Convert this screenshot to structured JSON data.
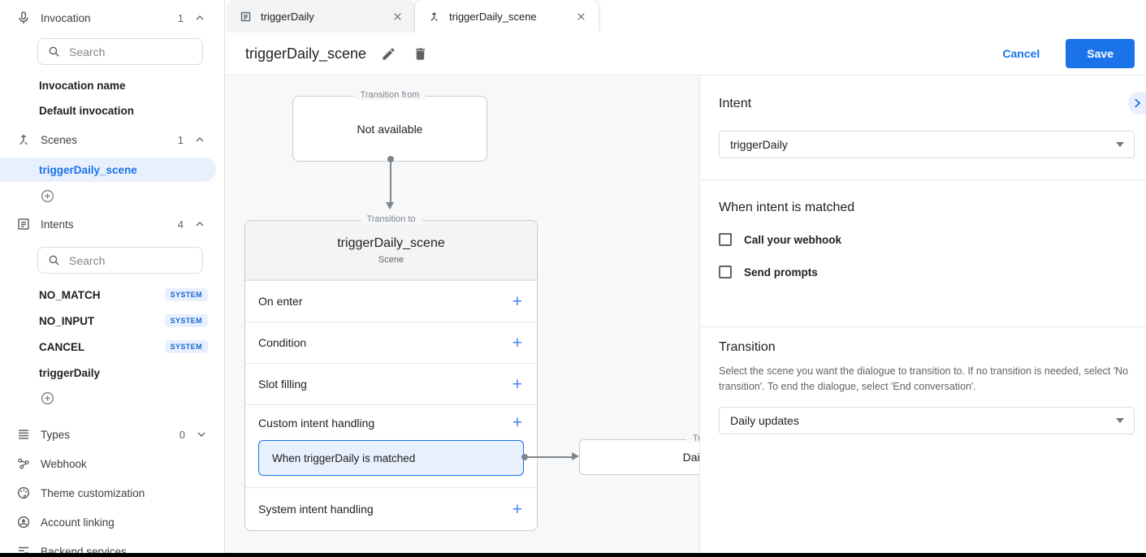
{
  "colors": {
    "accent": "#1a73e8",
    "selected_bg": "#e8f0fe",
    "badge_bg": "#e8f0fe",
    "badge_text": "#1967d2",
    "canvas_bg": "#f7f8f9"
  },
  "sidebar": {
    "invocation": {
      "label": "Invocation",
      "count": "1",
      "search_placeholder": "Search",
      "items": [
        {
          "label": "Invocation name"
        },
        {
          "label": "Default invocation"
        }
      ]
    },
    "scenes": {
      "label": "Scenes",
      "count": "1",
      "items": [
        {
          "label": "triggerDaily_scene",
          "selected": true
        }
      ]
    },
    "intents": {
      "label": "Intents",
      "count": "4",
      "search_placeholder": "Search",
      "items": [
        {
          "label": "NO_MATCH",
          "badge": "SYSTEM"
        },
        {
          "label": "NO_INPUT",
          "badge": "SYSTEM"
        },
        {
          "label": "CANCEL",
          "badge": "SYSTEM"
        },
        {
          "label": "triggerDaily",
          "badge": ""
        }
      ]
    },
    "types": {
      "label": "Types",
      "count": "0"
    },
    "webhook": {
      "label": "Webhook"
    },
    "theme": {
      "label": "Theme customization"
    },
    "account_linking": {
      "label": "Account linking"
    },
    "backend": {
      "label": "Backend services"
    }
  },
  "tabs": [
    {
      "label": "triggerDaily"
    },
    {
      "label": "triggerDaily_scene"
    }
  ],
  "header": {
    "title": "triggerDaily_scene",
    "cancel_label": "Cancel",
    "save_label": "Save"
  },
  "canvas": {
    "transition_from": {
      "legend": "Transition from",
      "text": "Not available"
    },
    "scene_card": {
      "legend": "Transition to",
      "title": "triggerDaily_scene",
      "subtitle": "Scene",
      "rows": [
        {
          "label": "On enter"
        },
        {
          "label": "Condition"
        },
        {
          "label": "Slot filling"
        },
        {
          "label": "Custom intent handling"
        },
        {
          "label": "System intent handling"
        }
      ],
      "selected_handler": "When triggerDaily is matched"
    },
    "transition_target": {
      "legend": "Transition to",
      "text": "Daily updates"
    }
  },
  "panel": {
    "intent": {
      "heading": "Intent",
      "value": "triggerDaily"
    },
    "when_matched": {
      "heading": "When intent is matched",
      "options": [
        {
          "label": "Call your webhook",
          "checked": false
        },
        {
          "label": "Send prompts",
          "checked": false
        }
      ]
    },
    "transition": {
      "heading": "Transition",
      "description": "Select the scene you want the dialogue to transition to. If no transition is needed, select 'No transition'. To end the dialogue, select 'End conversation'.",
      "value": "Daily updates"
    }
  }
}
